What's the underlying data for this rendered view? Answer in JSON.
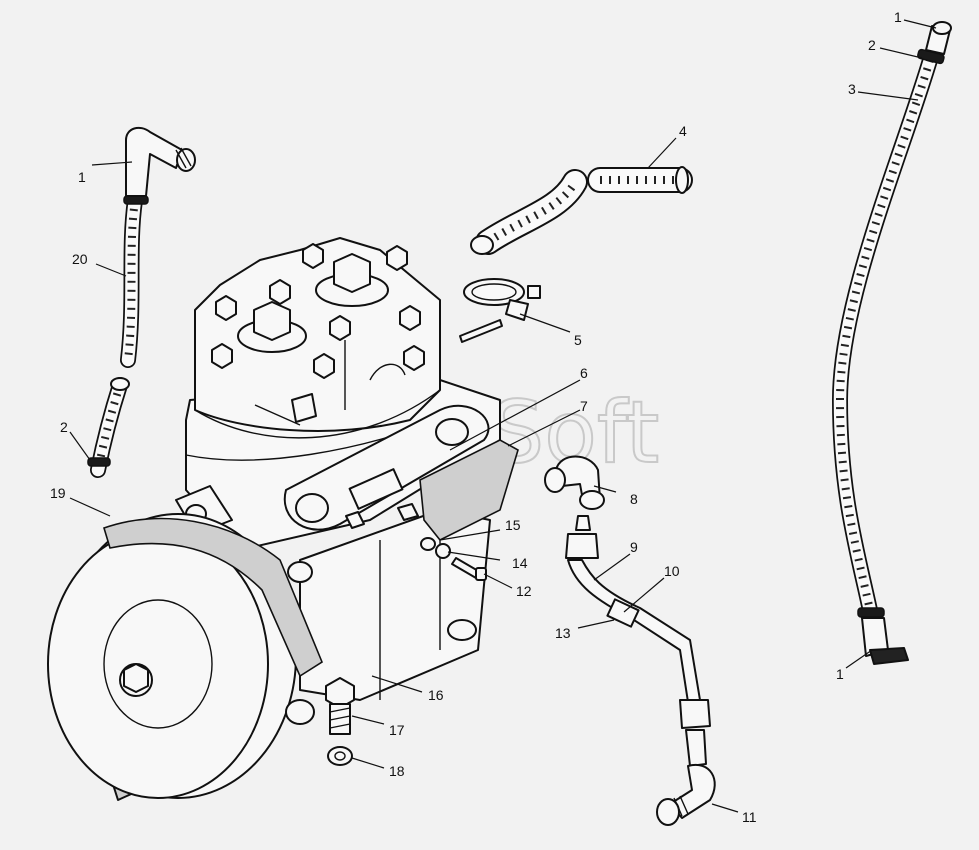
{
  "watermark": "AutoSoft",
  "callouts": [
    {
      "id": "c1a",
      "label": "1"
    },
    {
      "id": "c20",
      "label": "20"
    },
    {
      "id": "c2a",
      "label": "2"
    },
    {
      "id": "c19",
      "label": "19"
    },
    {
      "id": "c4",
      "label": "4"
    },
    {
      "id": "c5",
      "label": "5"
    },
    {
      "id": "c6",
      "label": "6"
    },
    {
      "id": "c7",
      "label": "7"
    },
    {
      "id": "c8",
      "label": "8"
    },
    {
      "id": "c15",
      "label": "15"
    },
    {
      "id": "c14",
      "label": "14"
    },
    {
      "id": "c12",
      "label": "12"
    },
    {
      "id": "c9",
      "label": "9"
    },
    {
      "id": "c10",
      "label": "10"
    },
    {
      "id": "c13",
      "label": "13"
    },
    {
      "id": "c16",
      "label": "16"
    },
    {
      "id": "c17",
      "label": "17"
    },
    {
      "id": "c18",
      "label": "18"
    },
    {
      "id": "c11",
      "label": "11"
    },
    {
      "id": "c1b",
      "label": "1"
    },
    {
      "id": "c2b",
      "label": "2"
    },
    {
      "id": "c3",
      "label": "3"
    },
    {
      "id": "c1c",
      "label": "1"
    }
  ]
}
